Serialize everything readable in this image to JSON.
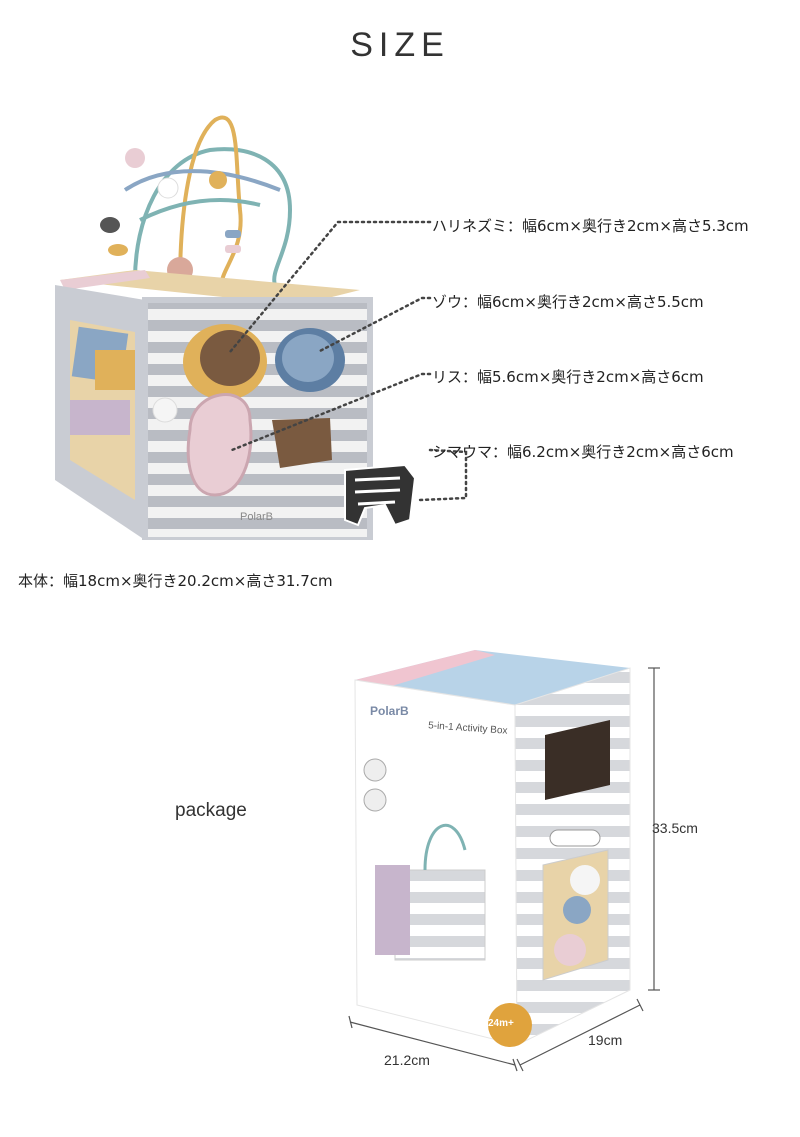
{
  "heading": "SIZE",
  "parts": {
    "hedgehog": "ハリネズミ：幅6cm×奥行き2cm×高さ5.3cm",
    "elephant": "ゾウ：幅6cm×奥行き2cm×高さ5.5cm",
    "squirrel": "リス：幅5.6cm×奥行き2cm×高さ6cm",
    "zebra": "シマウマ：幅6.2cm×奥行き2cm×高さ6cm"
  },
  "body_size": "本体：幅18cm×奥行き20.2cm×高さ31.7cm",
  "package": {
    "label": "package",
    "brand": "PolarB",
    "product": "5-in-1 Activity Box",
    "age_badge": "24m+",
    "height": "33.5cm",
    "depth": "19cm",
    "width": "21.2cm"
  },
  "toy_brand": "PolarB",
  "colors": {
    "stripe_gray": "#b9bcc3",
    "wood": "#e8d3a8",
    "pink": "#e9cdd4",
    "blue": "#8aa6c4",
    "teal": "#7fb3b3",
    "box_top_blue": "#b8d3e8",
    "box_top_pink": "#f0c5d0",
    "badge_orange": "#e0a33d"
  }
}
